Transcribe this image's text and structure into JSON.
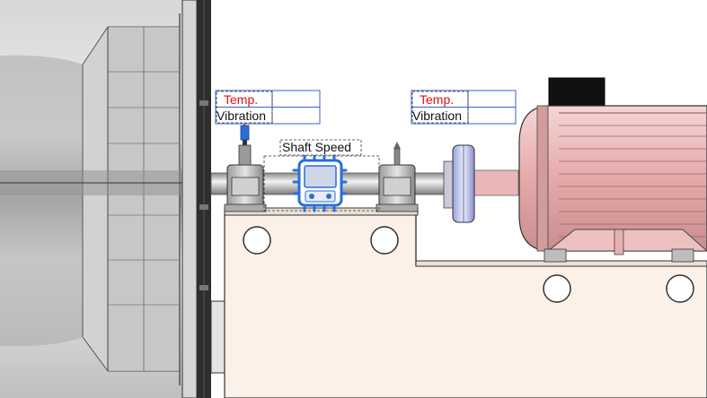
{
  "sensor_left": {
    "temp_label": "Temp.",
    "vibration_label": "Vibration"
  },
  "sensor_right": {
    "temp_label": "Temp.",
    "vibration_label": "Vibration"
  },
  "shaft_speed": {
    "label": "Shaft Speed"
  },
  "colors": {
    "temp_text": "#e01010",
    "box_border": "#3a5fc8",
    "motor_body": "#f2c4c4",
    "base_plate": "#fbf1e8",
    "housing_gray": "#bdbdbd",
    "sensor_blue": "#2a6fd6"
  }
}
